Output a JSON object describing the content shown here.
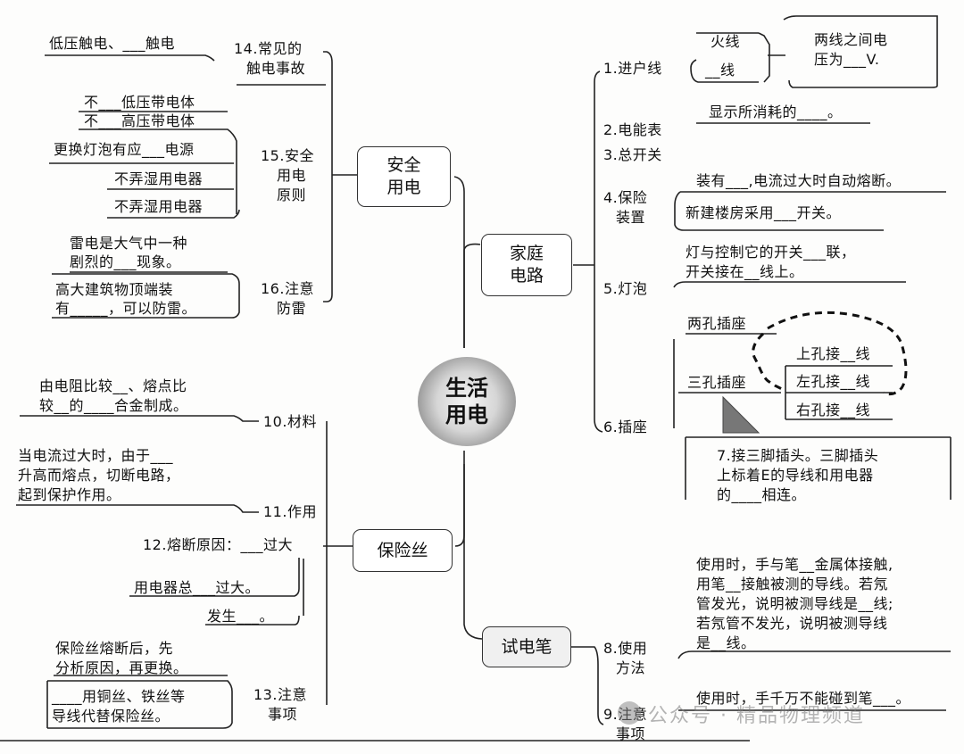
{
  "center": {
    "line1": "生活",
    "line2": "用电"
  },
  "main_nodes": {
    "safety": {
      "line1": "安全",
      "line2": "用电"
    },
    "household": {
      "line1": "家庭",
      "line2": "电路"
    },
    "fuse": "保险丝",
    "tester": "试电笔"
  },
  "safety": {
    "n14": {
      "line1": "14.常见的",
      "line2": "触电事故",
      "leaf": "低压触电、___触电"
    },
    "n15": {
      "line1": "15.安全",
      "line2": "用电",
      "line3": "原则",
      "leaves": [
        "不___低压带电体",
        "不___高压带电体",
        "更换灯泡有应___电源",
        "不弄湿用电器",
        "不弄湿用电器"
      ]
    },
    "n16": {
      "line1": "16.注意",
      "line2": "防雷",
      "leaf1a": "雷电是大气中一种",
      "leaf1b": "剧烈的___现象。",
      "leaf2a": "高大建筑物顶端装",
      "leaf2b": "有_____，可以防雷。"
    }
  },
  "household": {
    "n1": {
      "label": "1.进户线",
      "fire": "火线",
      "other": "__线",
      "note1": "两线之间电",
      "note2": "压为___V."
    },
    "n2": {
      "label": "2.电能表",
      "leaf": "显示所消耗的____。"
    },
    "n3": {
      "label": "3.总开关"
    },
    "n4": {
      "label1": "4.保险",
      "label2": "装置",
      "leaf1": "装有___,电流过大时自动熔断。",
      "leaf2": "新建楼房采用___开关。"
    },
    "n5": {
      "label": "5.灯泡",
      "leaf1": "灯与控制它的开关___联，",
      "leaf2": "开关接在__线上。"
    },
    "n6": {
      "label": "6.插座",
      "two_hole": "两孔插座",
      "three_hole": "三孔插座",
      "up": "上孔接__线",
      "left": "左孔接__线",
      "right": "右孔接__线"
    },
    "n7": {
      "line1": "7.接三脚插头。三脚插头",
      "line2": "上标着E的导线和用电器",
      "line3": "的____相连。"
    }
  },
  "fuse": {
    "n10": {
      "label": "10.材料",
      "leaf1": "由电阻比较__、熔点比",
      "leaf2": "较__的____合金制成。"
    },
    "n11": {
      "label": "11.作用",
      "leaf1": "当电流过大时，由于___",
      "leaf2": "升高而熔点，切断电路，",
      "leaf3": "起到保护作用。"
    },
    "n12": {
      "label": "12.熔断原因：___过大",
      "leaf1": "用电器总___过大。",
      "leaf2": "发生___。"
    },
    "n13": {
      "label1": "13.注意",
      "label2": "事项",
      "leaf1a": "保险丝熔断后，先",
      "leaf1b": "分析原因，再更换。",
      "leaf2a": "____用铜丝、铁丝等",
      "leaf2b": "导线代替保险丝。"
    }
  },
  "tester": {
    "n8": {
      "label1": "8.使用",
      "label2": "方法",
      "l1": "使用时，手与笔__金属体接触,",
      "l2": "用笔__接触被测的导线。若氖",
      "l3": "管发光，说明被测导线是__线;",
      "l4": "若氖管不发光，说明被测导线",
      "l5": "是__线。"
    },
    "n9": {
      "label1": "9.注意",
      "label2": "事项",
      "leaf": "使用时，手千万不能碰到笔___。"
    }
  },
  "watermark": "公众号 · 精品物理频道"
}
